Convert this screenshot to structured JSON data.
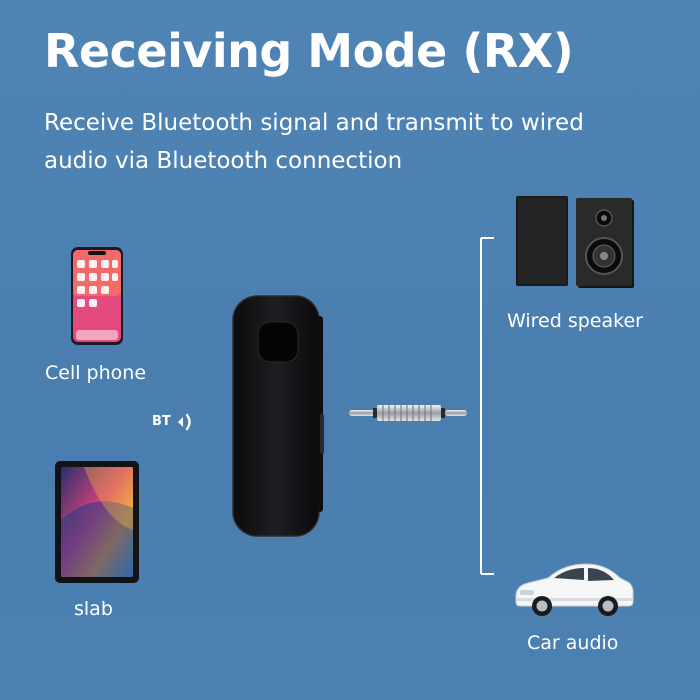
{
  "header": {
    "title": "Receiving Mode (RX)",
    "subtitle": "Receive Bluetooth signal and transmit to wired audio via Bluetooth connection"
  },
  "devices": {
    "source_1": "Cell phone",
    "source_2": "slab",
    "output_1": "Wired speaker",
    "output_2": "Car audio"
  },
  "receiver": {
    "bt_label": "BT"
  },
  "icons": [
    "phone-icon",
    "tablet-icon",
    "bluetooth-signal-icon",
    "receiver-device",
    "aux-cable-icon",
    "speaker-icon",
    "car-icon"
  ],
  "colors": {
    "background": "#4a7fb0",
    "text": "#ffffff",
    "device_body": "#151515"
  }
}
